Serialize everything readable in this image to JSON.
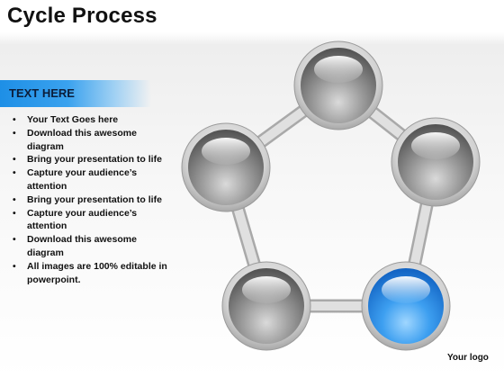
{
  "slide": {
    "title": "Cycle Process",
    "header": "TEXT HERE",
    "bullets": [
      "Your Text Goes here",
      "Download this awesome diagram",
      "Bring your presentation to life",
      "Capture your audience’s attention",
      "Bring your presentation to life",
      "Capture your audience’s attention",
      "Download this awesome diagram",
      "All images are 100% editable in powerpoint."
    ],
    "logo": "Your logo"
  },
  "diagram": {
    "type": "cycle",
    "node_count": 5,
    "nodes": [
      {
        "name": "top",
        "color": "gray",
        "highlight": false
      },
      {
        "name": "right",
        "color": "gray",
        "highlight": false
      },
      {
        "name": "bottom-right",
        "color": "blue",
        "highlight": true
      },
      {
        "name": "bottom-left",
        "color": "gray",
        "highlight": false
      },
      {
        "name": "left",
        "color": "gray",
        "highlight": false
      }
    ],
    "colors": {
      "header_band": "#1e8fe6",
      "highlight_ball": "#2b8fe8",
      "gray_ball": "#8a8a8a",
      "connector": "#c8c8c8"
    }
  }
}
